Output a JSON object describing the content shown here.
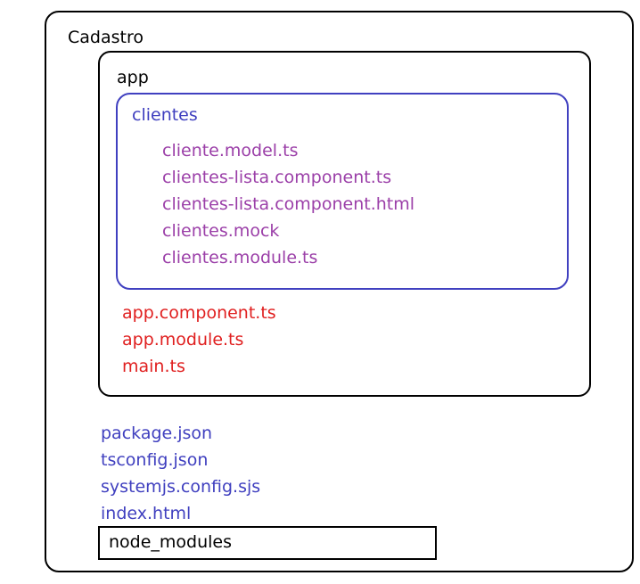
{
  "root": {
    "label": "Cadastro",
    "files": [
      "package.json",
      "tsconfig.json",
      "systemjs.config.sjs",
      "index.html"
    ],
    "node_modules_label": "node_modules"
  },
  "app": {
    "label": "app",
    "files": [
      "app.component.ts",
      "app.module.ts",
      "main.ts"
    ]
  },
  "clientes": {
    "label": "clientes",
    "files": [
      "cliente.model.ts",
      "clientes-lista.component.ts",
      "clientes-lista.component.html",
      "clientes.mock",
      "clientes.module.ts"
    ]
  },
  "colors": {
    "folder_border": "#000000",
    "clientes_border": "#4040c0",
    "blue_text": "#3f3fbf",
    "purple_text": "#9b3fa8",
    "red_text": "#e01f1f"
  }
}
